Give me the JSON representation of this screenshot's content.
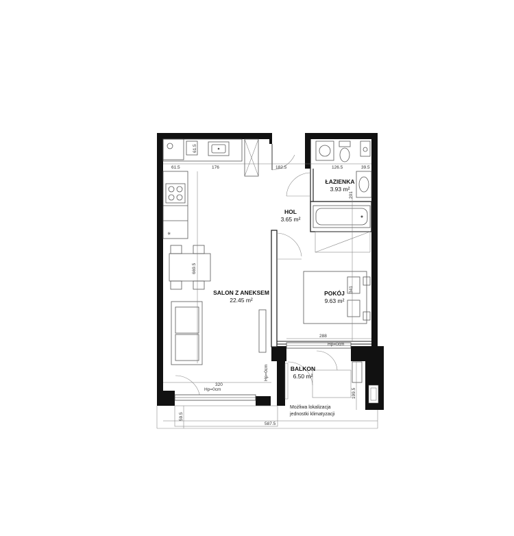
{
  "rooms": {
    "salon": {
      "name": "SALON Z ANEKSEM",
      "area": "22.45 m²"
    },
    "hol": {
      "name": "HOL",
      "area": "3.65 m²"
    },
    "lazienka": {
      "name": "ŁAZIENKA",
      "area": "3.93 m²"
    },
    "pokoj": {
      "name": "POKÓJ",
      "area": "9.63 m²"
    },
    "balkon": {
      "name": "BALKON",
      "area": "6.50 m²"
    }
  },
  "dimensions": {
    "d_61_5_top": "61.5",
    "d_61_5_bottom": "61.5",
    "d_176": "176",
    "d_182_5": "182.5",
    "d_126_5": "126.5",
    "d_39_5": "39.5",
    "d_201": "201",
    "d_341": "341",
    "d_288": "288",
    "d_320": "320",
    "d_669_5": "669.5",
    "d_199_5": "199.5",
    "d_59_5": "59.5",
    "d_587_5": "587.5",
    "hp_salon": "Hp=0cm",
    "hp_pokoj": "Hp=0cm",
    "hp_balkon": "Hp=0cm"
  },
  "notes": {
    "ac_line1": "Możliwa lokalizacja",
    "ac_line2": "jednostki klimatyzacji"
  }
}
